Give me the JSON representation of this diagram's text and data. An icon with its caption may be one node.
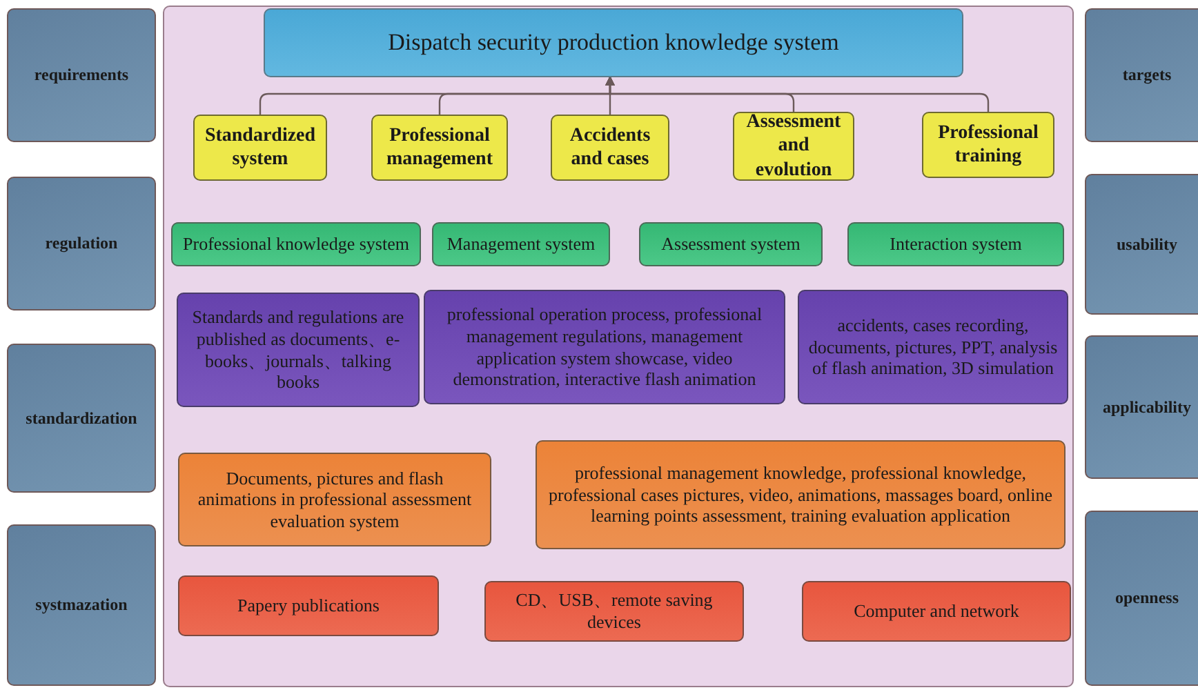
{
  "diagram": {
    "nodes": [
      {
        "text": [
          "requirements"
        ]
      },
      {
        "text": [
          "regulation"
        ]
      },
      {
        "text": [
          "standardization"
        ]
      },
      {
        "text": [
          "systmazation"
        ]
      },
      {
        "text": [],
        "shape": "box"
      },
      {
        "text": [
          "Dispatch security production knowledge system"
        ],
        "in": 4
      },
      {
        "text": [
          "Standardized system"
        ],
        "in": 4
      },
      {
        "text": [
          "Professional management"
        ],
        "in": 4
      },
      {
        "text": [
          "Accidents and cases"
        ],
        "in": 4
      },
      {
        "text": [
          "Assessment and evolution"
        ],
        "in": 4
      },
      {
        "text": [
          "Professional training"
        ],
        "in": 4
      },
      {
        "text": [
          "Professional knowledge system"
        ],
        "in": 4
      },
      {
        "text": [
          "Management system"
        ],
        "in": 4
      },
      {
        "text": [
          "Assessment system"
        ],
        "in": 4
      },
      {
        "text": [
          "Interaction system"
        ],
        "in": 4
      },
      {
        "text": [
          "Standards and regulations are published as documents、e-books、journals、talking books"
        ],
        "in": 4
      },
      {
        "text": [
          "professional operation process, professional management regulations, management application system showcase, video demonstration, interactive flash animation"
        ],
        "in": 4
      },
      {
        "text": [
          "accidents, cases recording, documents, pictures, PPT, analysis of flash animation, 3D simulation"
        ],
        "in": 4
      },
      {
        "text": [
          "Documents, pictures and flash animations in professional assessment evaluation system"
        ],
        "in": 4
      },
      {
        "text": [
          "professional management knowledge, professional knowledge, professional cases pictures, video, animations, massages board, online learning points assessment, training evaluation application"
        ],
        "in": 4
      },
      {
        "text": [
          "Papery publications"
        ],
        "in": 4
      },
      {
        "text": [
          "CD、USB、remote saving devices"
        ],
        "in": 4
      },
      {
        "text": [
          "Computer and network"
        ],
        "in": 4
      },
      {
        "text": [
          "targets"
        ]
      },
      {
        "text": [
          "usability"
        ]
      },
      {
        "text": [
          "applicability"
        ]
      },
      {
        "text": [
          "openness"
        ]
      }
    ],
    "edges": [
      {
        "from": 6,
        "to": 5,
        "arrow": "to"
      },
      {
        "from": 7,
        "to": 5,
        "arrow": "to"
      },
      {
        "from": 8,
        "to": 5,
        "arrow": "to"
      },
      {
        "from": 9,
        "to": 5,
        "arrow": "to"
      },
      {
        "from": 10,
        "to": 5,
        "arrow": "to"
      }
    ]
  }
}
